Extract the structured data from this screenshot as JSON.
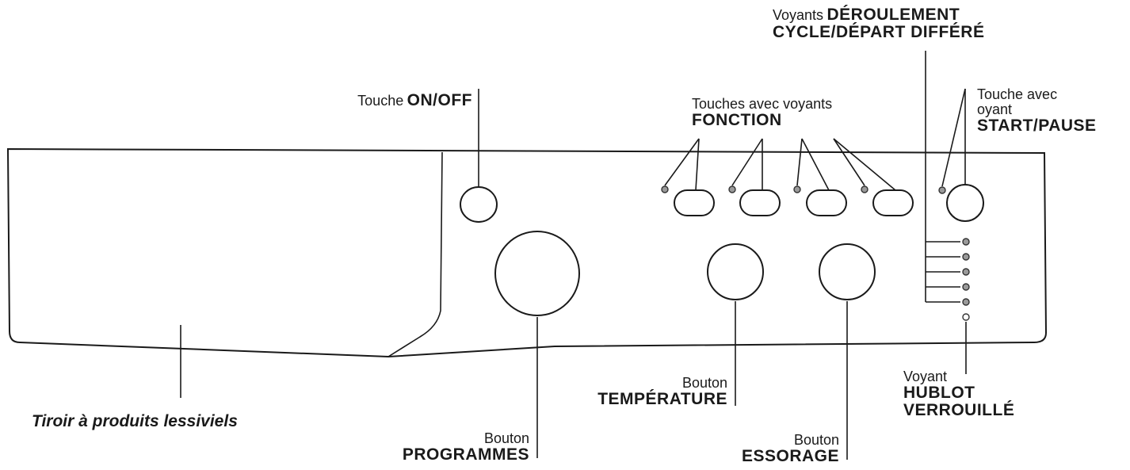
{
  "labels": {
    "on_off": {
      "prefix": "Touche",
      "bold": "ON/OFF"
    },
    "fonction": {
      "prefix": "Touches avec voyants",
      "bold": "FONCTION"
    },
    "deroulement": {
      "prefix": "Voyants",
      "bold1": "DÉROULEMENT",
      "bold2": "CYCLE/DÉPART DIFFÉRÉ"
    },
    "start_pause": {
      "line1": "Touche avec",
      "line2": "oyant",
      "bold": "START/PAUSE"
    },
    "tiroir": {
      "text": "Tiroir à produits lessiviels"
    },
    "programmes": {
      "prefix": "Bouton",
      "bold": "PROGRAMMES"
    },
    "temperature": {
      "prefix": "Bouton",
      "bold": "TEMPÉRATURE"
    },
    "essorage": {
      "prefix": "Bouton",
      "bold": "ESSORAGE"
    },
    "hublot": {
      "prefix": "Voyant",
      "bold1": "HUBLOT",
      "bold2": "VERROUILLÉ"
    }
  }
}
